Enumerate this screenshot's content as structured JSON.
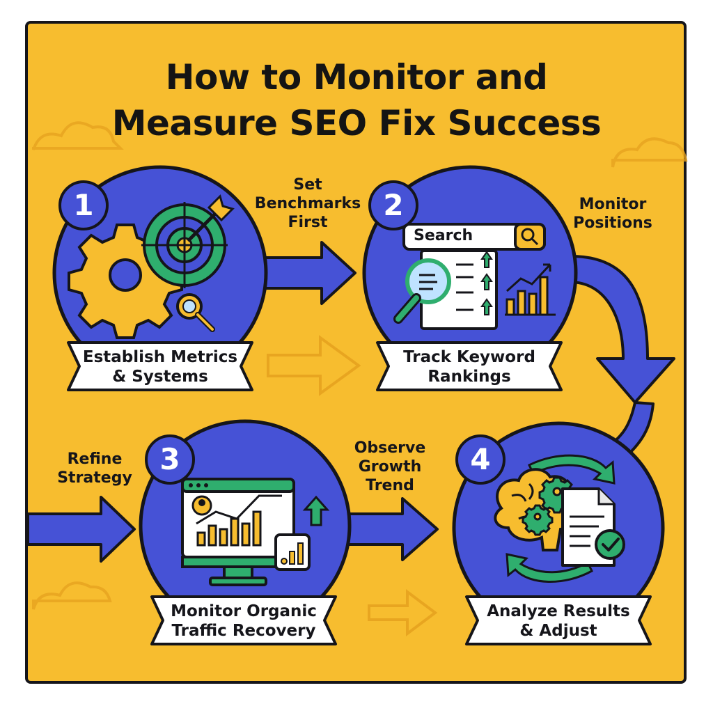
{
  "title": {
    "line1": "How to Monitor and",
    "line2": "Measure SEO Fix Success"
  },
  "colors": {
    "background": "#f7bd2f",
    "blue": "#4652d6",
    "green": "#2fae6e",
    "yellow": "#f7bd2f",
    "outline": "#15151a",
    "banner": "#ffffff"
  },
  "steps": [
    {
      "number": "1",
      "line1": "Establish Metrics",
      "line2": "& Systems",
      "icons": [
        "gear-icon",
        "target-icon",
        "magnifier-icon"
      ]
    },
    {
      "number": "2",
      "line1": "Track Keyword",
      "line2": "Rankings",
      "search_label": "Search",
      "icons": [
        "search-bar-icon",
        "ranking-list-icon",
        "bar-chart-icon"
      ]
    },
    {
      "number": "3",
      "line1": "Monitor Organic",
      "line2": "Traffic Recovery",
      "icons": [
        "monitor-chart-icon",
        "up-arrow-icon",
        "analytics-tile-icon"
      ]
    },
    {
      "number": "4",
      "line1": "Analyze Results",
      "line2": "& Adjust",
      "icons": [
        "brain-icon",
        "gears-icon",
        "report-check-icon",
        "cycle-arrows-icon"
      ]
    }
  ],
  "connectors": {
    "c1": [
      "Set",
      "Benchmarks",
      "First"
    ],
    "c2": [
      "Monitor",
      "Positions"
    ],
    "c3": [
      "Observe",
      "Growth",
      "Trend"
    ],
    "c4": [
      "Refine",
      "Strategy"
    ]
  }
}
